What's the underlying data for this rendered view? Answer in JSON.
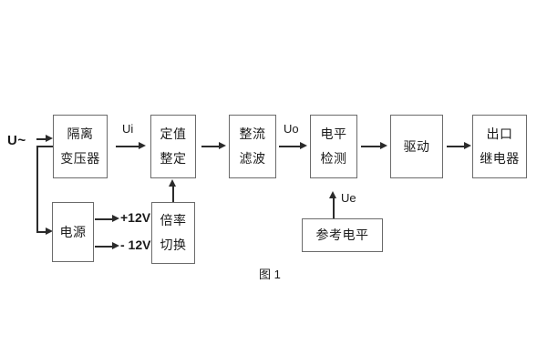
{
  "diagram": {
    "caption": "图 1",
    "source_label": "U~",
    "blocks": [
      {
        "id": "isolation-transformer",
        "lines": [
          "隔离",
          "变压器"
        ]
      },
      {
        "id": "setting-value",
        "lines": [
          "定值",
          "整定"
        ]
      },
      {
        "id": "rectifier-filter",
        "lines": [
          "整流",
          "滤波"
        ]
      },
      {
        "id": "level-detection",
        "lines": [
          "电平",
          "检测"
        ]
      },
      {
        "id": "driver",
        "lines": [
          "驱动"
        ]
      },
      {
        "id": "output-relay",
        "lines": [
          "出口",
          "继电器"
        ]
      },
      {
        "id": "power-supply",
        "lines": [
          "电源"
        ]
      },
      {
        "id": "ratio-switch",
        "lines": [
          "倍率",
          "切换"
        ]
      },
      {
        "id": "reference-level",
        "lines": [
          "参考电平"
        ]
      }
    ],
    "signals": {
      "ui": "Ui",
      "uo": "Uo",
      "ue": "Ue"
    },
    "rails": {
      "positive": "+12V",
      "negative": "- 12V"
    }
  }
}
